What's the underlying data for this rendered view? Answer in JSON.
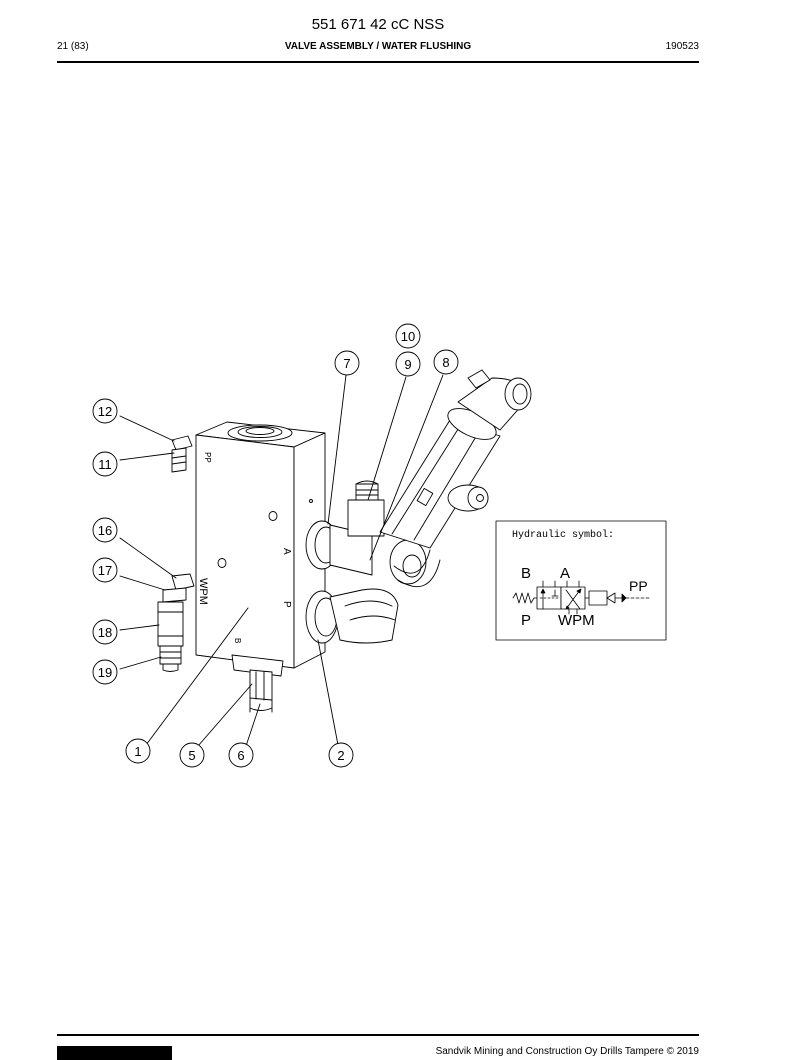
{
  "header": {
    "doc_number": "551 671 42 cC NSS",
    "page": "21 (83)",
    "title": "VALVE ASSEMBLY / WATER FLUSHING",
    "date": "190523"
  },
  "footer": {
    "copyright": "Sandvik Mining and Construction Oy Drills Tampere © 2019"
  },
  "callouts": [
    "10",
    "7",
    "9",
    "8",
    "12",
    "11",
    "16",
    "17",
    "18",
    "19",
    "1",
    "5",
    "6",
    "2"
  ],
  "body_markings": [
    "PP",
    "WPM",
    "A",
    "P",
    "B"
  ],
  "hydraulic_symbol": {
    "title": "Hydraulic symbol:",
    "port_b": "B",
    "port_a": "A",
    "port_pp": "PP",
    "port_p": "P",
    "port_wpm": "WPM"
  }
}
